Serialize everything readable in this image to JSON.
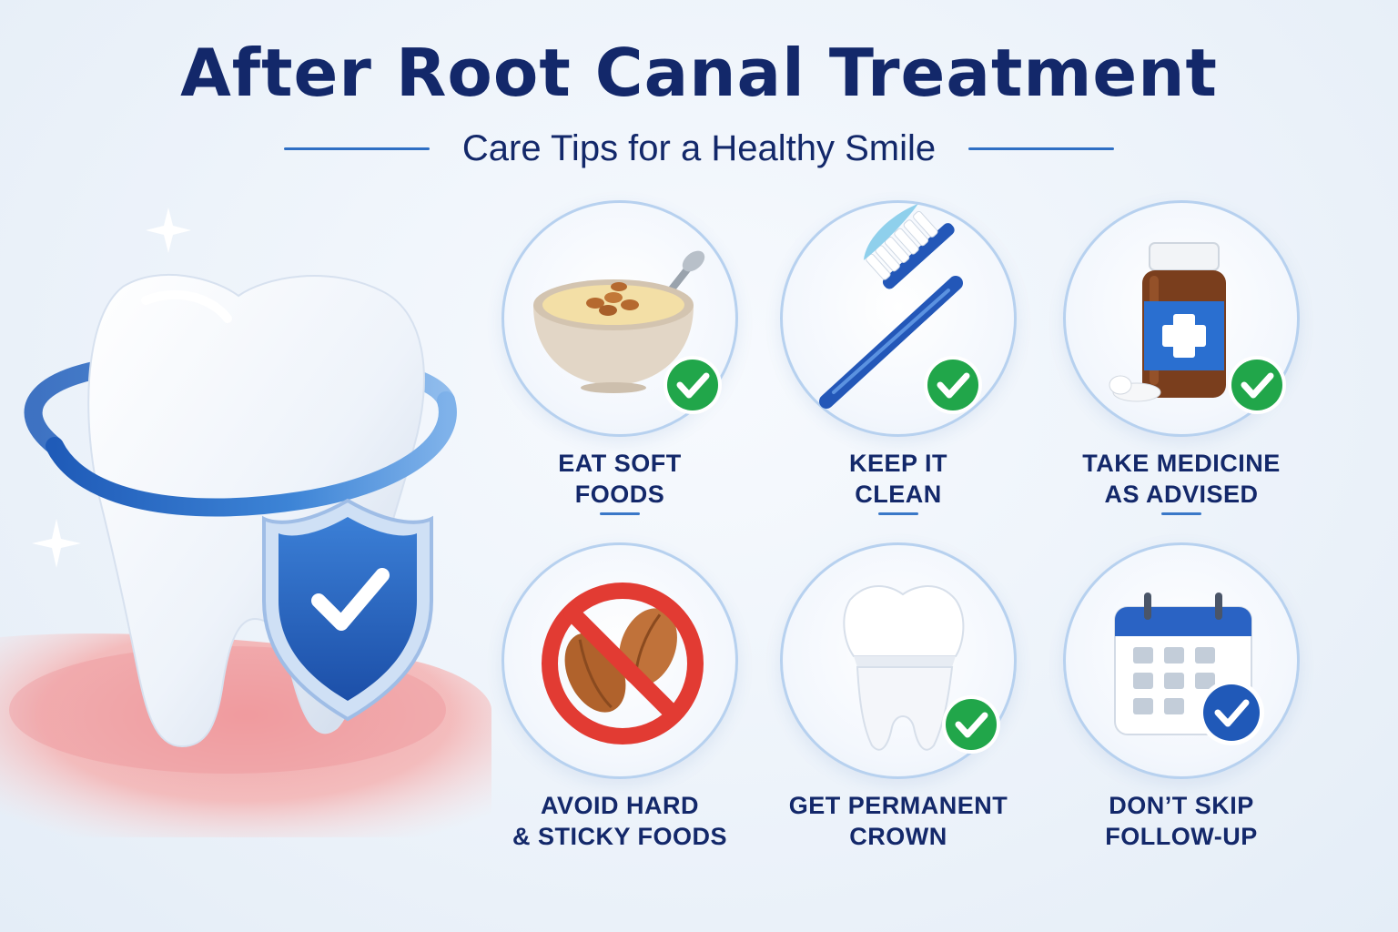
{
  "header": {
    "title": "After Root Canal Treatment",
    "subtitle": "Care Tips for a Healthy Smile"
  },
  "tips": [
    {
      "label": "EAT SOFT\nFOODS",
      "icon": "soup-bowl-icon",
      "badge": "check-icon"
    },
    {
      "label": "KEEP IT\nCLEAN",
      "icon": "toothbrush-icon",
      "badge": "check-icon"
    },
    {
      "label": "TAKE MEDICINE\nAS ADVISED",
      "icon": "medicine-bottle-icon",
      "badge": "check-icon"
    },
    {
      "label": "AVOID HARD\n& STICKY FOODS",
      "icon": "no-nuts-icon",
      "badge": ""
    },
    {
      "label": "GET PERMANENT\nCROWN",
      "icon": "crowned-tooth-icon",
      "badge": "check-icon"
    },
    {
      "label": "DON’T SKIP\nFOLLOW-UP",
      "icon": "calendar-icon",
      "badge": "check-icon"
    }
  ],
  "colors": {
    "navy": "#13286a",
    "accent_blue": "#2f6fc4",
    "check_green": "#21a64a",
    "prohibit_red": "#e23b33",
    "gum_pink": "#ef8b8f"
  }
}
